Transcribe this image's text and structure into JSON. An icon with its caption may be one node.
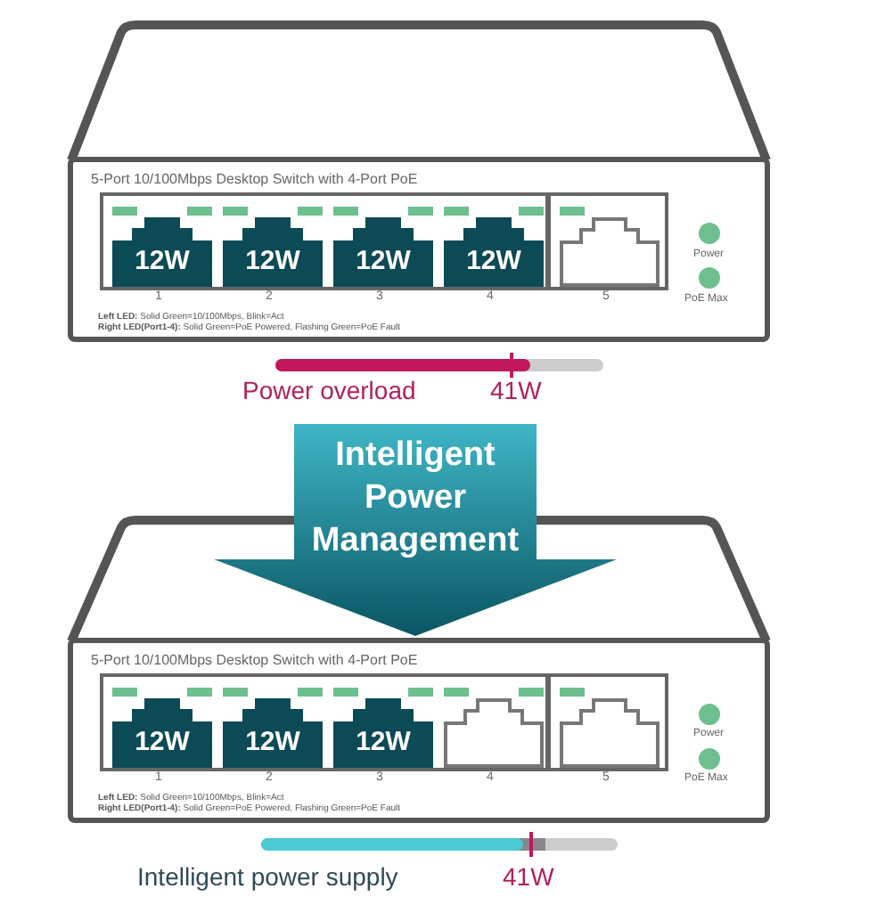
{
  "diagram": {
    "nodes": [
      {
        "text": [
          "5-Port 10/100Mbps Desktop Switch with 4-Port PoE",
          "**Left LED:** Solid Green=10/100Mbps, Blink=Act",
          "**Right LED(Port1-4):** Solid Green=PoE Powered, Flashing Green=PoE Fault"
        ]
      },
      {
        "text": [
          "12W"
        ],
        "in": 0,
        "beside": [
          "1"
        ]
      },
      {
        "text": [
          "12W"
        ],
        "in": 0,
        "beside": [
          "2"
        ]
      },
      {
        "text": [
          "12W"
        ],
        "in": 0,
        "beside": [
          "3"
        ]
      },
      {
        "text": [
          "12W"
        ],
        "in": 0,
        "beside": [
          "4"
        ]
      },
      {
        "text": [],
        "shape": "box",
        "in": 0,
        "beside": [
          "5"
        ]
      },
      {
        "text": [
          "Intelligent Power Management"
        ]
      },
      {
        "text": [
          "5-Port 10/100Mbps Desktop Switch with 4-Port PoE",
          "**Left LED:** Solid Green=10/100Mbps, Blink=Act",
          "**Right LED(Port1-4):** Solid Green=PoE Powered, Flashing Green=PoE Fault"
        ]
      },
      {
        "text": [
          "12W"
        ],
        "in": 7,
        "beside": [
          "1"
        ]
      },
      {
        "text": [
          "12W"
        ],
        "in": 7,
        "beside": [
          "2"
        ]
      },
      {
        "text": [
          "12W"
        ],
        "in": 7,
        "beside": [
          "3"
        ]
      },
      {
        "text": [],
        "shape": "box",
        "in": 7,
        "beside": [
          "4"
        ]
      },
      {
        "text": [],
        "shape": "box",
        "in": 7,
        "beside": [
          "5"
        ]
      }
    ],
    "labels": [
      "Power",
      "PoE Max",
      "Power overload",
      "41W",
      "Power",
      "PoE Max",
      "Intelligent power supply",
      "41W"
    ]
  }
}
